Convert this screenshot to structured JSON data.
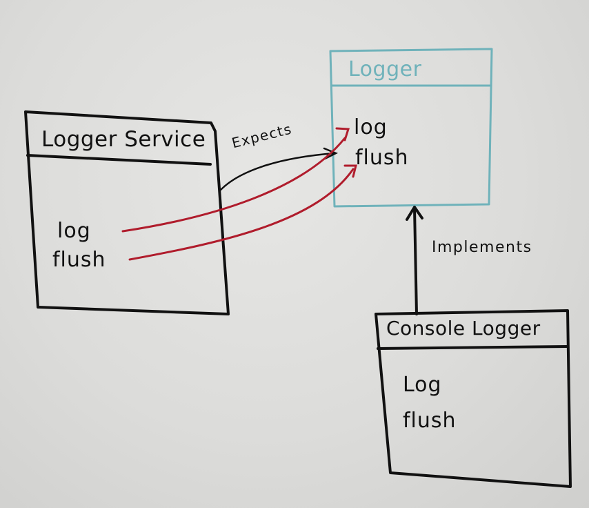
{
  "diagram": {
    "logger_service": {
      "title": "Logger Service",
      "methods": [
        "log",
        "flush"
      ]
    },
    "logger": {
      "title": "Logger",
      "methods": [
        "log",
        "flush"
      ]
    },
    "console_logger": {
      "title": "Console Logger",
      "methods": [
        "Log",
        "flush"
      ]
    },
    "relations": {
      "expects": "Expects",
      "implements": "Implements"
    },
    "colors": {
      "ink": "#111111",
      "interface": "#6fb2ba",
      "mapping": "#b01c2c",
      "paper": "#e2e2e0"
    }
  }
}
